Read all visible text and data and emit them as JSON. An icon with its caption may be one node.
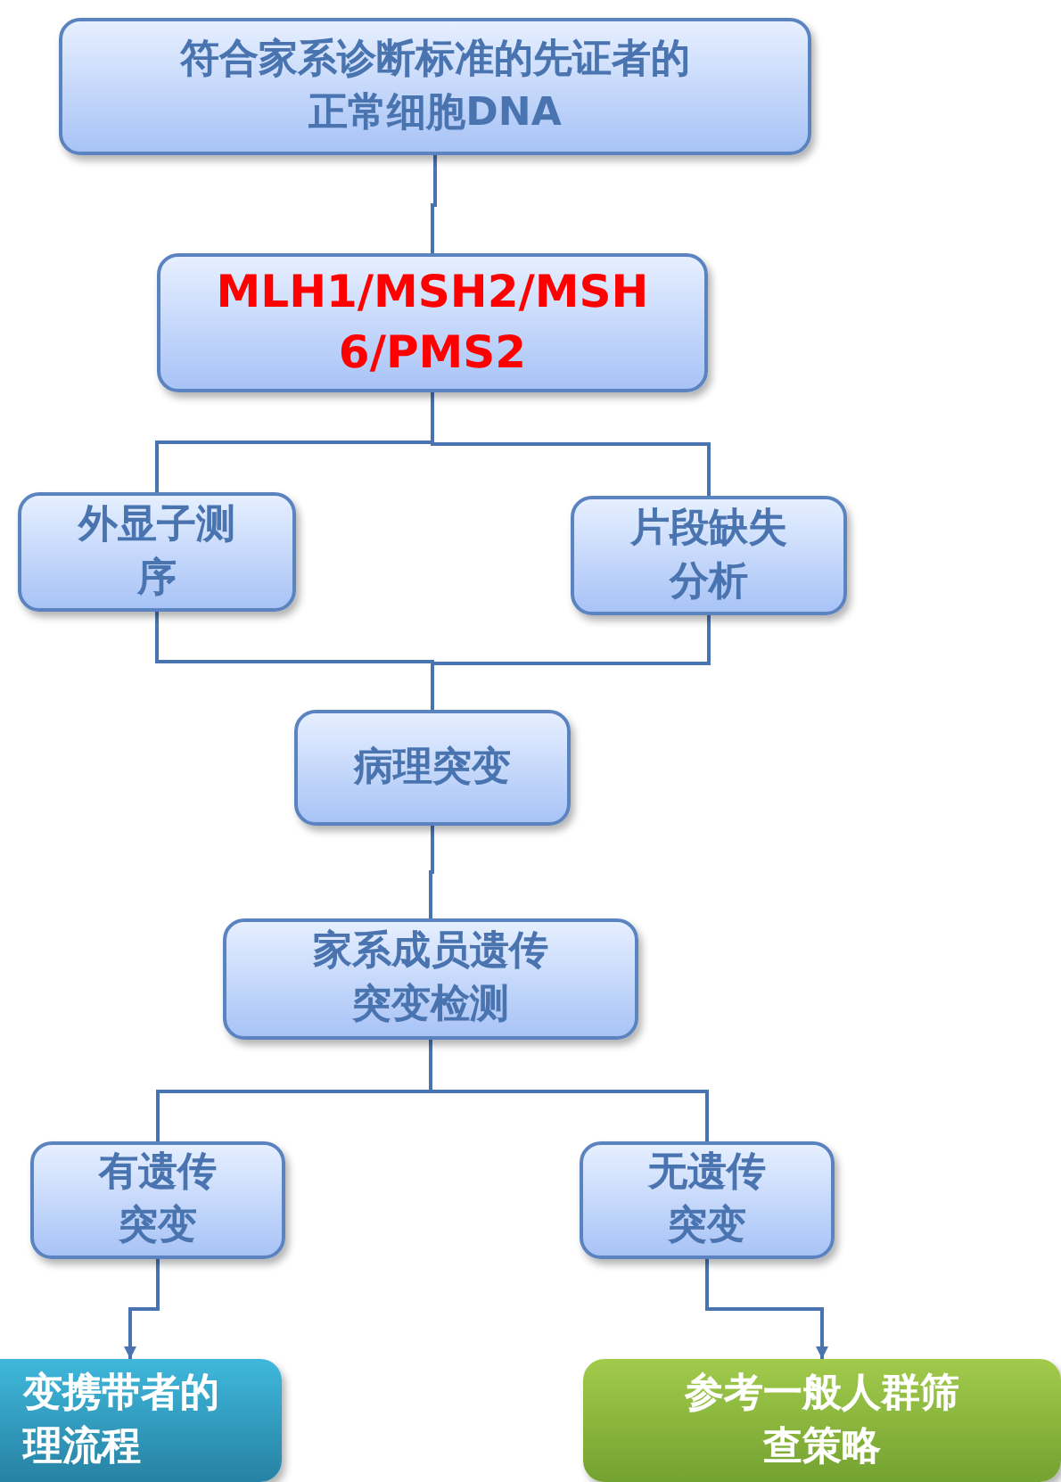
{
  "diagram": {
    "nodes": [
      {
        "text": [
          "符合家系诊断标准的先证者的正常细胞DNA"
        ]
      },
      {
        "text": [
          "MLH1/MSH2/MSH6/PMS2"
        ]
      },
      {
        "text": [
          "外显子测序"
        ]
      },
      {
        "text": [
          "片段缺失分析"
        ]
      },
      {
        "text": [
          "病理突变"
        ]
      },
      {
        "text": [
          "家系成员遗传突变检测"
        ]
      },
      {
        "text": [
          "有遗传突变"
        ]
      },
      {
        "text": [
          "无遗传突变"
        ]
      },
      {
        "text": [
          "变携带者的理流程"
        ]
      },
      {
        "text": [
          "参考一般人群筛查策略"
        ]
      }
    ],
    "edges": [
      {
        "from": 0,
        "to": 1,
        "arrow": "none"
      },
      {
        "from": 1,
        "to": 2,
        "arrow": "none"
      },
      {
        "from": 1,
        "to": 3,
        "arrow": "none"
      },
      {
        "from": 2,
        "to": 4,
        "arrow": "none"
      },
      {
        "from": 3,
        "to": 4,
        "arrow": "none"
      },
      {
        "from": 4,
        "to": 5,
        "arrow": "none"
      },
      {
        "from": 5,
        "to": 6,
        "arrow": "none"
      },
      {
        "from": 5,
        "to": 7,
        "arrow": "none"
      },
      {
        "from": 6,
        "to": 8,
        "arrow": "to"
      },
      {
        "from": 7,
        "to": 9,
        "arrow": "to"
      }
    ]
  }
}
